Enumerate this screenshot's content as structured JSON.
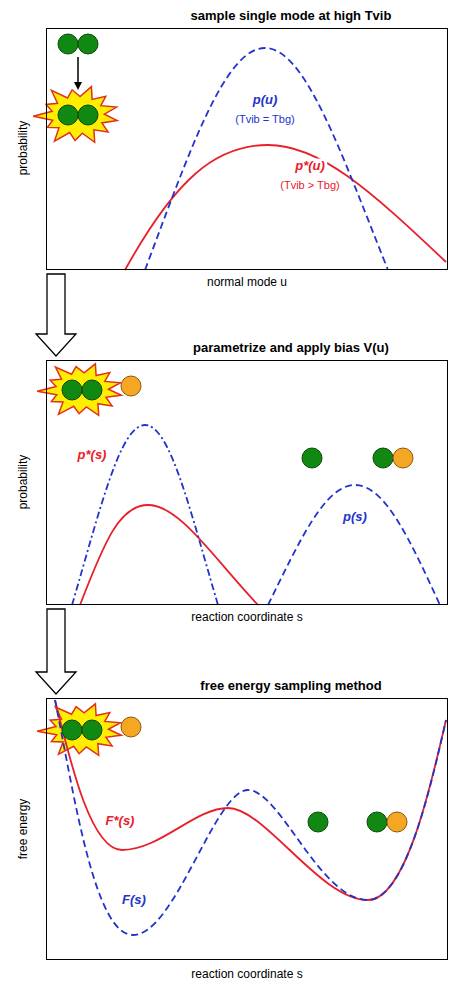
{
  "diagram": {
    "nodes": [
      {
        "text": [
          "sample single mode at high Tvib"
        ]
      },
      {
        "text": [
          "parametrize and apply bias V(u)"
        ]
      },
      {
        "text": [
          "free energy sampling method"
        ]
      }
    ],
    "edges": [
      {
        "from": 0,
        "to": 1,
        "arrow": "to"
      },
      {
        "from": 1,
        "to": 2,
        "arrow": "to"
      }
    ],
    "labels": [
      "probability",
      "p(u)",
      "(Tvib = Tbg)",
      "p*(u)",
      "(Tvib > Tbg)",
      "normal mode u",
      "probability",
      "p*(s)",
      "p(s)",
      "reaction coordinate s",
      "free energy",
      "F*(s)",
      "F(s)",
      "reaction coordinate s"
    ]
  }
}
